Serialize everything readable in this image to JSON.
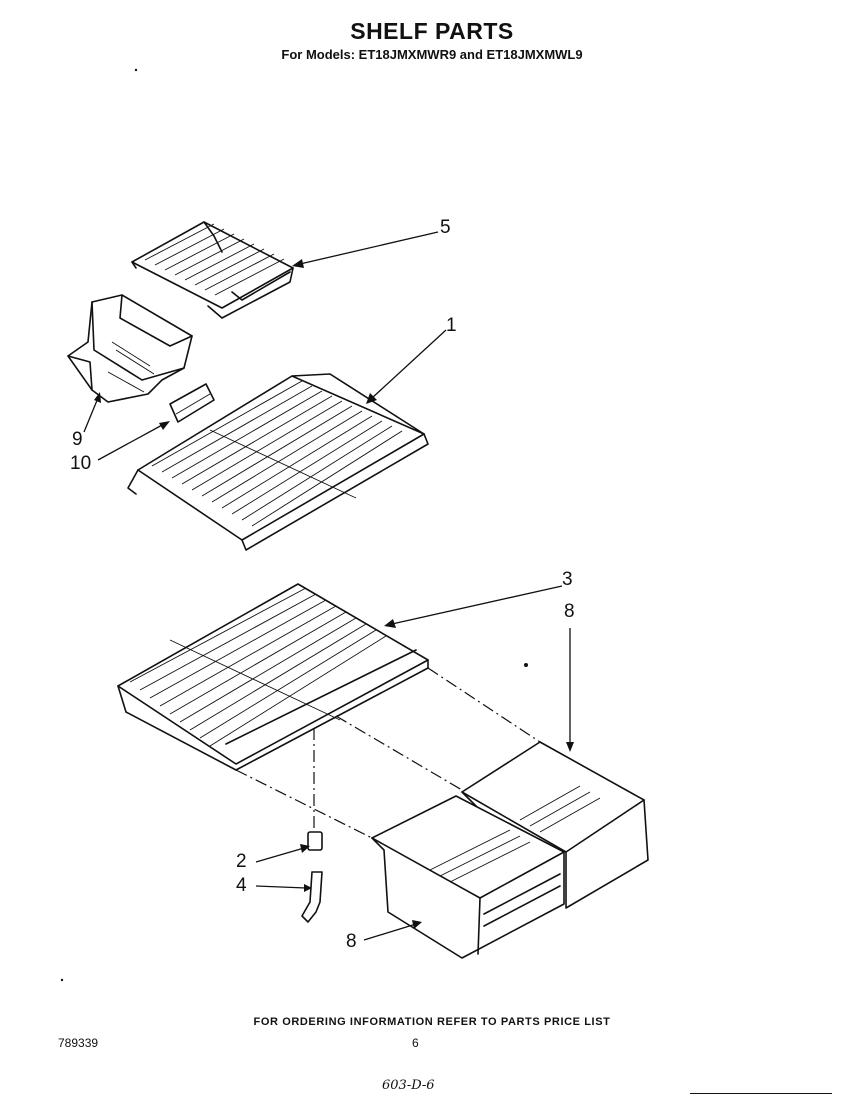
{
  "header": {
    "title": "SHELF PARTS",
    "subtitle": "For Models: ET18JMXMWR9 and ET18JMXMWL9"
  },
  "callouts": {
    "c5": "5",
    "c1": "1",
    "c9": "9",
    "c10": "10",
    "c3": "3",
    "c8a": "8",
    "c2": "2",
    "c4": "4",
    "c8b": "8"
  },
  "footer": {
    "note": "FOR ORDERING INFORMATION REFER TO PARTS PRICE LIST",
    "doc_number": "789339",
    "page_number": "6",
    "handwritten": "603-D-6"
  }
}
